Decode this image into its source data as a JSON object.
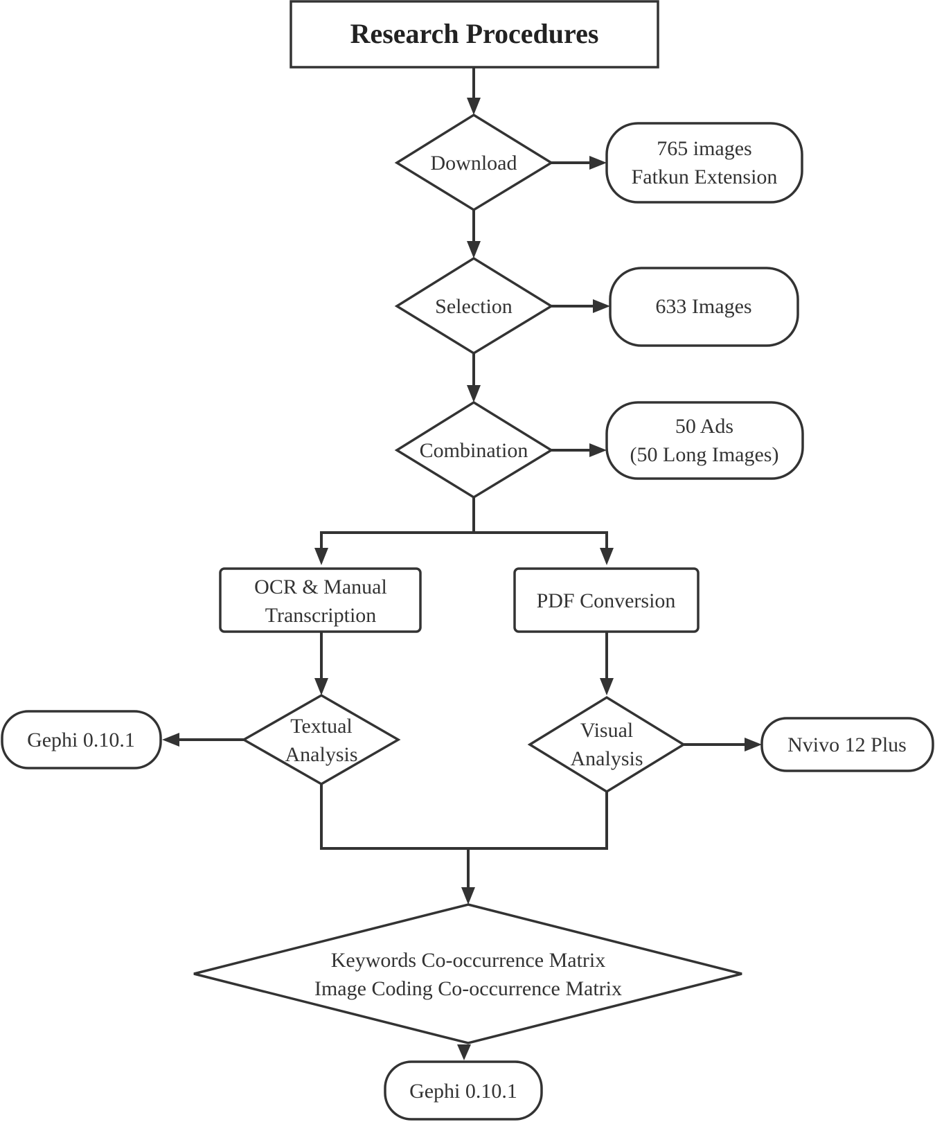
{
  "title": "Research Procedures",
  "steps": {
    "download": "Download",
    "selection": "Selection",
    "combination": "Combination",
    "ocr": [
      "OCR & Manual",
      "Transcription"
    ],
    "pdf": "PDF Conversion",
    "textual": [
      "Textual",
      "Analysis"
    ],
    "visual": [
      "Visual",
      "Analysis"
    ],
    "matrix": [
      "Keywords Co-occurrence Matrix",
      "Image Coding Co-occurrence Matrix"
    ]
  },
  "outputs": {
    "download_out": [
      "765 images",
      "Fatkun Extension"
    ],
    "selection_out": "633 Images",
    "combination_out": [
      "50 Ads",
      "(50 Long Images)"
    ],
    "textual_out": "Gephi 0.10.1",
    "visual_out": "Nvivo 12 Plus",
    "final_out": "Gephi 0.10.1"
  },
  "colors": {
    "stroke": "#333333",
    "fill": "#ffffff",
    "text": "#333333"
  }
}
